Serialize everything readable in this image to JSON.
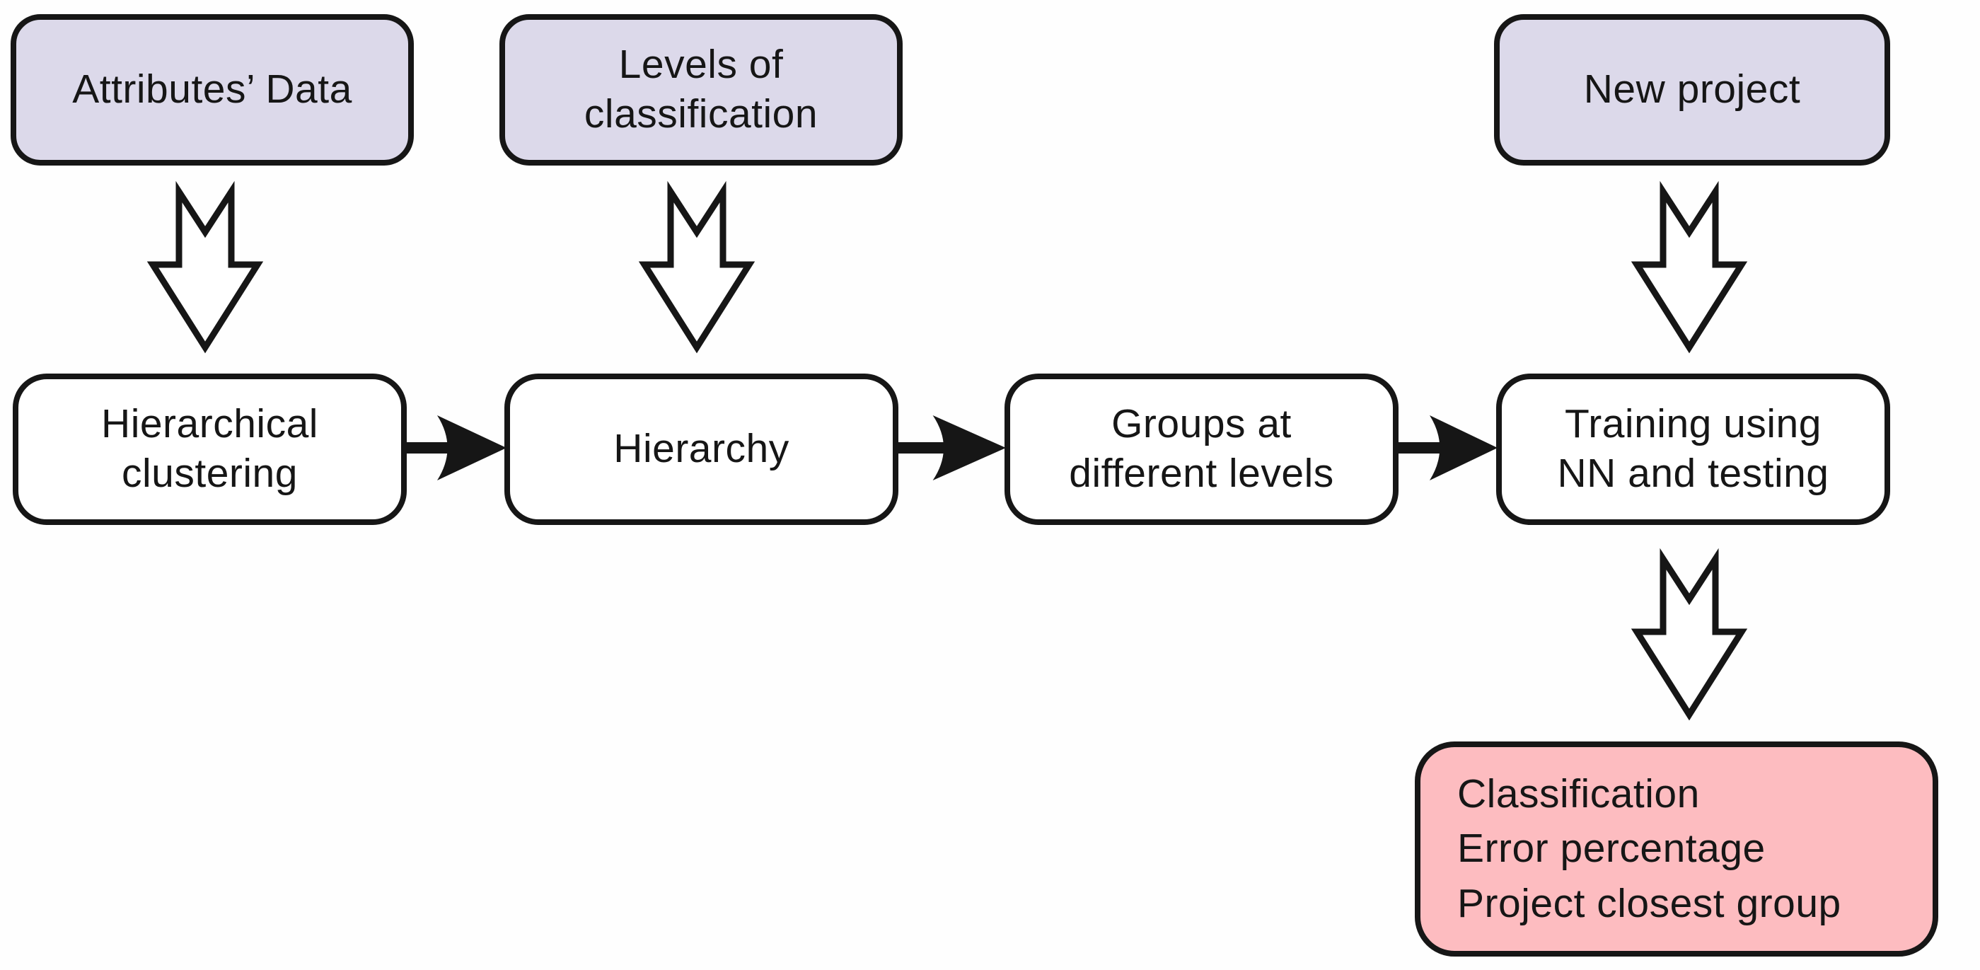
{
  "diagram": {
    "title_hint": "Flowchart: hierarchical clustering and NN classification workflow",
    "colors": {
      "background": "#fefefe",
      "input_fill": "#dcd9ea",
      "process_fill": "#ffffff",
      "output_fill": "#fdbcc0",
      "line": "#161616"
    },
    "inputs": [
      {
        "id": "attributes-data",
        "label": "Attributes’ Data"
      },
      {
        "id": "levels-of-classification",
        "label": "Levels of\nclassification"
      },
      {
        "id": "new-project",
        "label": "New project"
      }
    ],
    "process": [
      {
        "id": "hierarchical-clustering",
        "label": "Hierarchical\nclustering"
      },
      {
        "id": "hierarchy",
        "label": "Hierarchy"
      },
      {
        "id": "groups-at-different-levels",
        "label": "Groups at\ndifferent levels"
      },
      {
        "id": "training-nn-testing",
        "label": "Training using\nNN and testing"
      }
    ],
    "output": {
      "id": "classification-results",
      "lines": [
        "Classification",
        "Error percentage",
        "Project closest group"
      ]
    },
    "flow": [
      "Attributes’ Data -> Hierarchical clustering",
      "Levels of classification -> Hierarchy",
      "New project -> Training using NN and testing",
      "Hierarchical clustering -> Hierarchy -> Groups at different levels -> Training using NN and testing",
      "Training using NN and testing -> Classification / Error percentage / Project closest group"
    ]
  }
}
